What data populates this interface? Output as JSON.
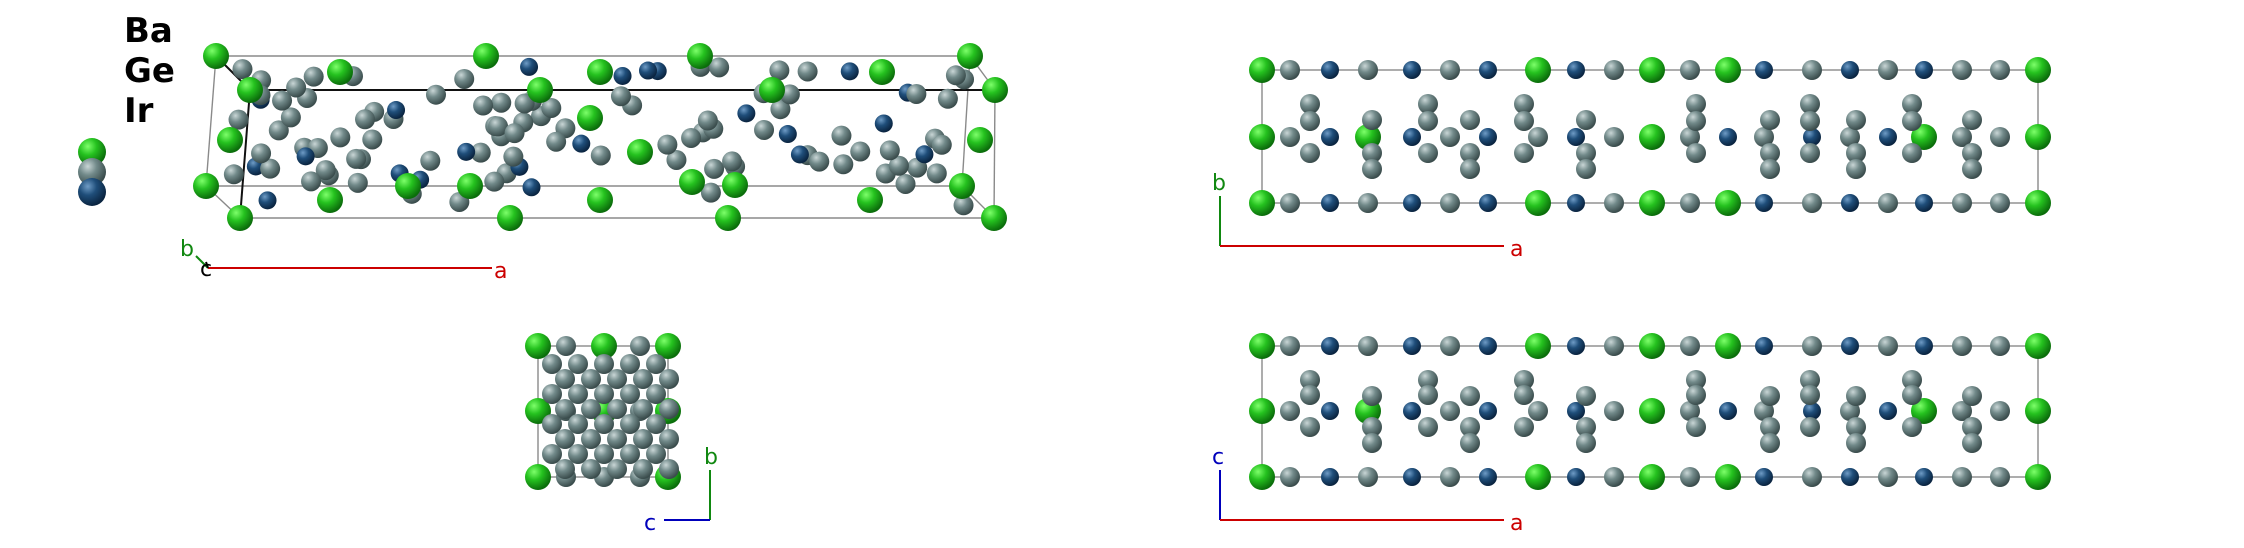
{
  "legend": {
    "elements": [
      {
        "symbol": "Ba",
        "color": "#22b222"
      },
      {
        "symbol": "Ge",
        "color": "#6f8585"
      },
      {
        "symbol": "Ir",
        "color": "#1f4e7a"
      }
    ]
  },
  "views": [
    {
      "id": "perspective",
      "axes": [
        "b",
        "c",
        "a"
      ]
    },
    {
      "id": "view-ab",
      "axes": [
        "b",
        "a"
      ]
    },
    {
      "id": "view-bc",
      "axes": [
        "b",
        "c"
      ]
    },
    {
      "id": "view-ac",
      "axes": [
        "c",
        "a"
      ]
    }
  ],
  "axis_colors": {
    "a": "#cc0000",
    "b": "#118811",
    "c": "#0000bb"
  }
}
